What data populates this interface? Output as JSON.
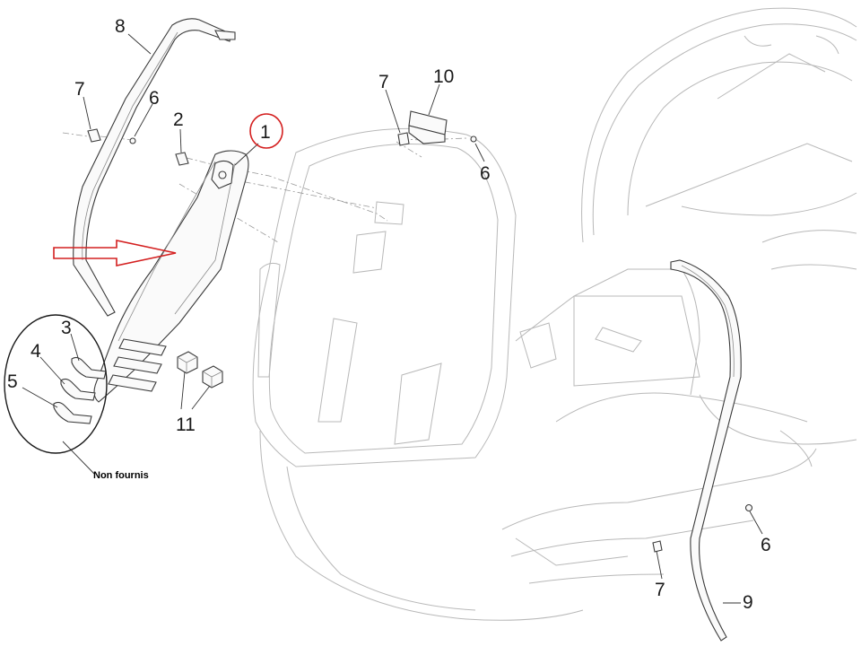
{
  "callouts": [
    {
      "id": "c8",
      "text": "8"
    },
    {
      "id": "c7a",
      "text": "7"
    },
    {
      "id": "c6a",
      "text": "6"
    },
    {
      "id": "c2",
      "text": "2"
    },
    {
      "id": "c1",
      "text": "1"
    },
    {
      "id": "c10",
      "text": "10"
    },
    {
      "id": "c7b",
      "text": "7"
    },
    {
      "id": "c6b",
      "text": "6"
    },
    {
      "id": "c3",
      "text": "3"
    },
    {
      "id": "c4",
      "text": "4"
    },
    {
      "id": "c5",
      "text": "5"
    },
    {
      "id": "c11",
      "text": "11"
    },
    {
      "id": "c6c",
      "text": "6"
    },
    {
      "id": "c7c",
      "text": "7"
    },
    {
      "id": "c9",
      "text": "9"
    }
  ],
  "note": "Non fournis",
  "colors": {
    "highlight": "#d42020",
    "line": "#333333",
    "body": "#b8b8b8"
  }
}
